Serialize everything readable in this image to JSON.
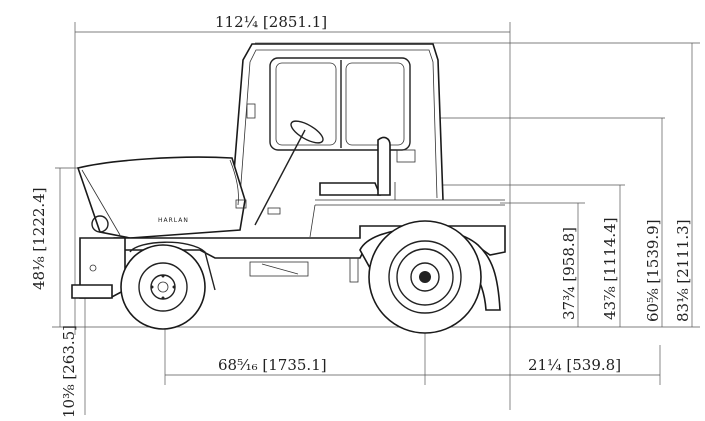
{
  "dimensions": {
    "overall_length": "112¼ [2851.1]",
    "wheelbase": "68⁵⁄₁₆ [1735.1]",
    "rear_overhang": "21¼ [539.8]",
    "hood_height": "48⅛ [1222.4]",
    "ground_to_hitch": "10⅜ [263.5]",
    "height_37": "37¾ [958.8]",
    "height_43": "43⅞ [1114.4]",
    "height_60": "60⅝ [1539.9]",
    "overall_height": "83⅛ [2111.3]"
  },
  "brand_label": "HARLAN"
}
